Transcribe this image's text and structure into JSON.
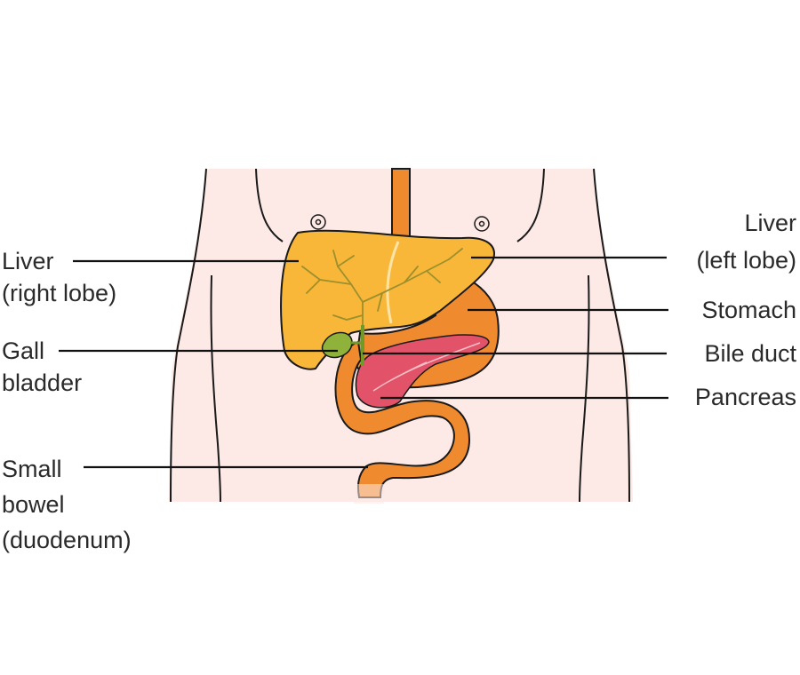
{
  "labels": {
    "liver_right": [
      "Liver",
      "(right lobe)"
    ],
    "liver_left": [
      "Liver",
      "(left lobe)"
    ],
    "gall_bladder": [
      "Gall",
      "bladder"
    ],
    "stomach": [
      "Stomach"
    ],
    "bile_duct": [
      "Bile duct"
    ],
    "pancreas": [
      "Pancreas"
    ],
    "small_bowel": [
      "Small",
      "bowel",
      "(duodenum)"
    ]
  },
  "colors": {
    "skin": "#fde9e5",
    "outline": "#1a1a1a",
    "liver": "#f8b739",
    "liver_vessels": "#9c8f2d",
    "stomach": "#f08a2e",
    "oesophagus": "#f08a2e",
    "pancreas": "#e2536a",
    "gall_bladder": "#8fb23a",
    "bile_duct": "#6f9a2a",
    "leader_line": "#111111"
  }
}
